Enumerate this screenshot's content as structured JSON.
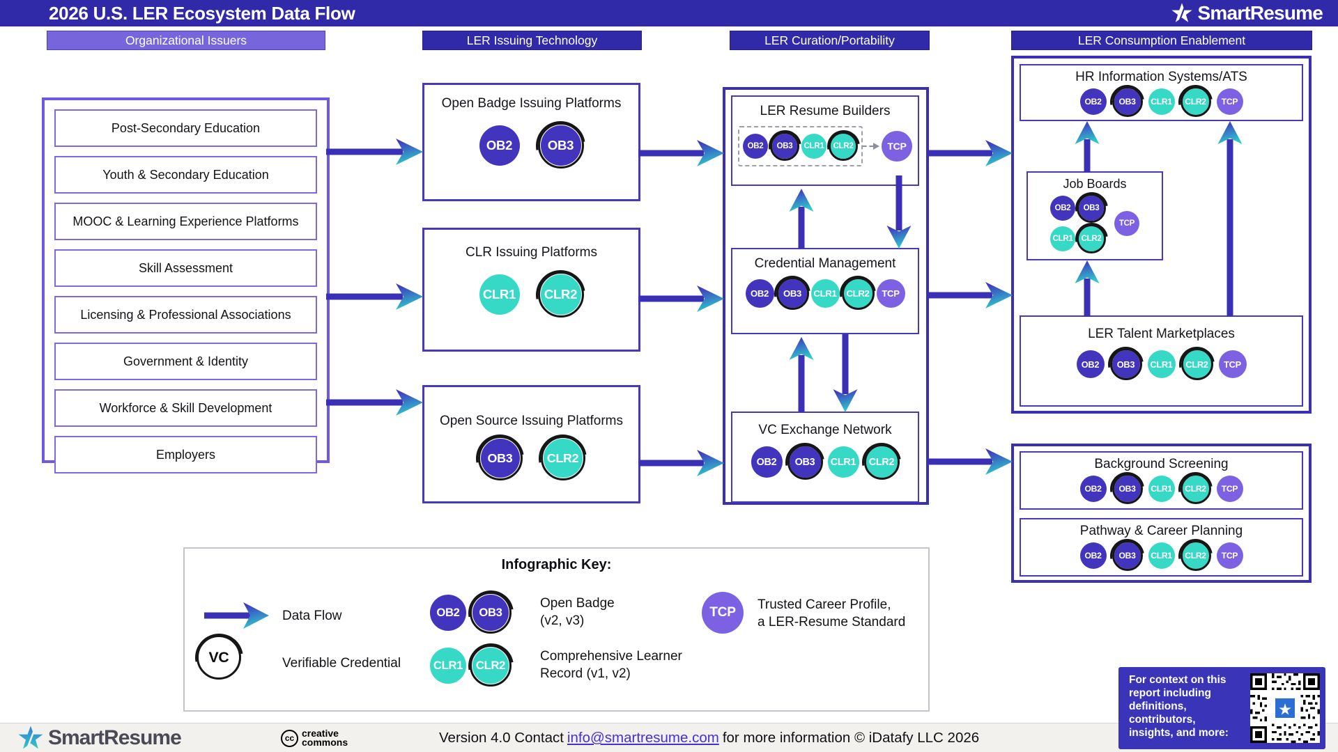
{
  "header": {
    "title": "2026 U.S. LER Ecosystem Data Flow",
    "brand": "SmartResume"
  },
  "columns": {
    "issuers": "Organizational Issuers",
    "issuing": "LER Issuing Technology",
    "curation": "LER Curation/Portability",
    "consumption": "LER Consumption Enablement"
  },
  "issuers": {
    "items": [
      "Post-Secondary Education",
      "Youth & Secondary Education",
      "MOOC & Learning Experience Platforms",
      "Skill Assessment",
      "Licensing & Professional Associations",
      "Government & Identity",
      "Workforce & Skill Development",
      "Employers"
    ]
  },
  "issuing": {
    "open_badge": {
      "title": "Open Badge Issuing Platforms",
      "badges": [
        {
          "label": "OB2",
          "type": "ob"
        },
        {
          "label": "OB3",
          "type": "ob",
          "ringed": true
        }
      ]
    },
    "clr": {
      "title": "CLR Issuing Platforms",
      "badges": [
        {
          "label": "CLR1",
          "type": "clr"
        },
        {
          "label": "CLR2",
          "type": "clr",
          "ringed": true
        }
      ]
    },
    "open_source": {
      "title": "Open Source Issuing Platforms",
      "badges": [
        {
          "label": "OB3",
          "type": "ob",
          "ringed": true
        },
        {
          "label": "CLR2",
          "type": "clr",
          "ringed": true
        }
      ]
    }
  },
  "curation": {
    "resume_builders": {
      "title": "LER Resume Builders",
      "badges": [
        {
          "label": "OB2",
          "type": "ob"
        },
        {
          "label": "OB3",
          "type": "ob",
          "ringed": true
        },
        {
          "label": "CLR1",
          "type": "clr"
        },
        {
          "label": "CLR2",
          "type": "clr",
          "ringed": true
        }
      ],
      "tcp_row": [
        {
          "label": "TCP",
          "type": "tcp"
        }
      ]
    },
    "credential_management": {
      "title": "Credential Management",
      "badges": [
        {
          "label": "OB2",
          "type": "ob"
        },
        {
          "label": "OB3",
          "type": "ob",
          "ringed": true
        },
        {
          "label": "CLR1",
          "type": "clr"
        },
        {
          "label": "CLR2",
          "type": "clr",
          "ringed": true
        },
        {
          "label": "TCP",
          "type": "tcp"
        }
      ]
    },
    "vc_exchange": {
      "title": "VC Exchange Network",
      "badges": [
        {
          "label": "OB2",
          "type": "ob"
        },
        {
          "label": "OB3",
          "type": "ob",
          "ringed": true
        },
        {
          "label": "CLR1",
          "type": "clr"
        },
        {
          "label": "CLR2",
          "type": "clr",
          "ringed": true
        }
      ]
    }
  },
  "consumption": {
    "hr_ats": {
      "title": "HR Information Systems/ATS",
      "badges": [
        {
          "label": "OB2",
          "type": "ob"
        },
        {
          "label": "OB3",
          "type": "ob",
          "ringed": true
        },
        {
          "label": "CLR1",
          "type": "clr"
        },
        {
          "label": "CLR2",
          "type": "clr",
          "ringed": true
        },
        {
          "label": "TCP",
          "type": "tcp"
        }
      ]
    },
    "job_boards": {
      "title": "Job Boards",
      "row1": [
        {
          "label": "OB2",
          "type": "ob"
        },
        {
          "label": "OB3",
          "type": "ob",
          "ringed": true
        }
      ],
      "row2": [
        {
          "label": "CLR1",
          "type": "clr"
        },
        {
          "label": "CLR2",
          "type": "clr",
          "ringed": true
        }
      ],
      "tcp_col": [
        {
          "label": "TCP",
          "type": "tcp"
        }
      ]
    },
    "talent_marketplaces": {
      "title": "LER Talent Marketplaces",
      "badges": [
        {
          "label": "OB2",
          "type": "ob"
        },
        {
          "label": "OB3",
          "type": "ob",
          "ringed": true
        },
        {
          "label": "CLR1",
          "type": "clr"
        },
        {
          "label": "CLR2",
          "type": "clr",
          "ringed": true
        },
        {
          "label": "TCP",
          "type": "tcp"
        }
      ]
    },
    "background_screening": {
      "title": "Background Screening",
      "badges": [
        {
          "label": "OB2",
          "type": "ob"
        },
        {
          "label": "OB3",
          "type": "ob",
          "ringed": true
        },
        {
          "label": "CLR1",
          "type": "clr"
        },
        {
          "label": "CLR2",
          "type": "clr",
          "ringed": true
        },
        {
          "label": "TCP",
          "type": "tcp"
        }
      ]
    },
    "pathway_career": {
      "title": "Pathway & Career Planning",
      "badges": [
        {
          "label": "OB2",
          "type": "ob"
        },
        {
          "label": "OB3",
          "type": "ob",
          "ringed": true
        },
        {
          "label": "CLR1",
          "type": "clr"
        },
        {
          "label": "CLR2",
          "type": "clr",
          "ringed": true
        },
        {
          "label": "TCP",
          "type": "tcp"
        }
      ]
    }
  },
  "key": {
    "title": "Infographic Key:",
    "data_flow_label": "Data Flow",
    "vc_label": "Verifiable Credential",
    "vc_badge_row": [
      {
        "label": "VC",
        "type": "vc",
        "ringed": true
      }
    ],
    "ob_badges": [
      {
        "label": "OB2",
        "type": "ob"
      },
      {
        "label": "OB3",
        "type": "ob",
        "ringed": true
      }
    ],
    "ob_label_line1": "Open Badge",
    "ob_label_line2": "(v2, v3)",
    "clr_badges": [
      {
        "label": "CLR1",
        "type": "clr"
      },
      {
        "label": "CLR2",
        "type": "clr",
        "ringed": true
      }
    ],
    "clr_label_line1": "Comprehensive Learner",
    "clr_label_line2": "Record (v1, v2)",
    "tcp_badge_row": [
      {
        "label": "TCP",
        "type": "tcp"
      }
    ],
    "tcp_label_line1": "Trusted Career Profile,",
    "tcp_label_line2": "a LER-Resume Standard"
  },
  "footer": {
    "brand": "SmartResume",
    "cc_line1": "creative",
    "cc_line2": "commons",
    "version_prefix": "Version 4.0 Contact",
    "link": "info@smartresume.com",
    "version_suffix": "for more information © iDatafy LLC 2026"
  },
  "context_box": {
    "text": "For context on this report including definitions, contributors, insights, and more:"
  },
  "colors": {
    "navy": "#312aa8",
    "shaft": "#3a30b5",
    "ob": "#4334bd",
    "clr": "#36d9c6",
    "tcp": "#7c62e2"
  }
}
